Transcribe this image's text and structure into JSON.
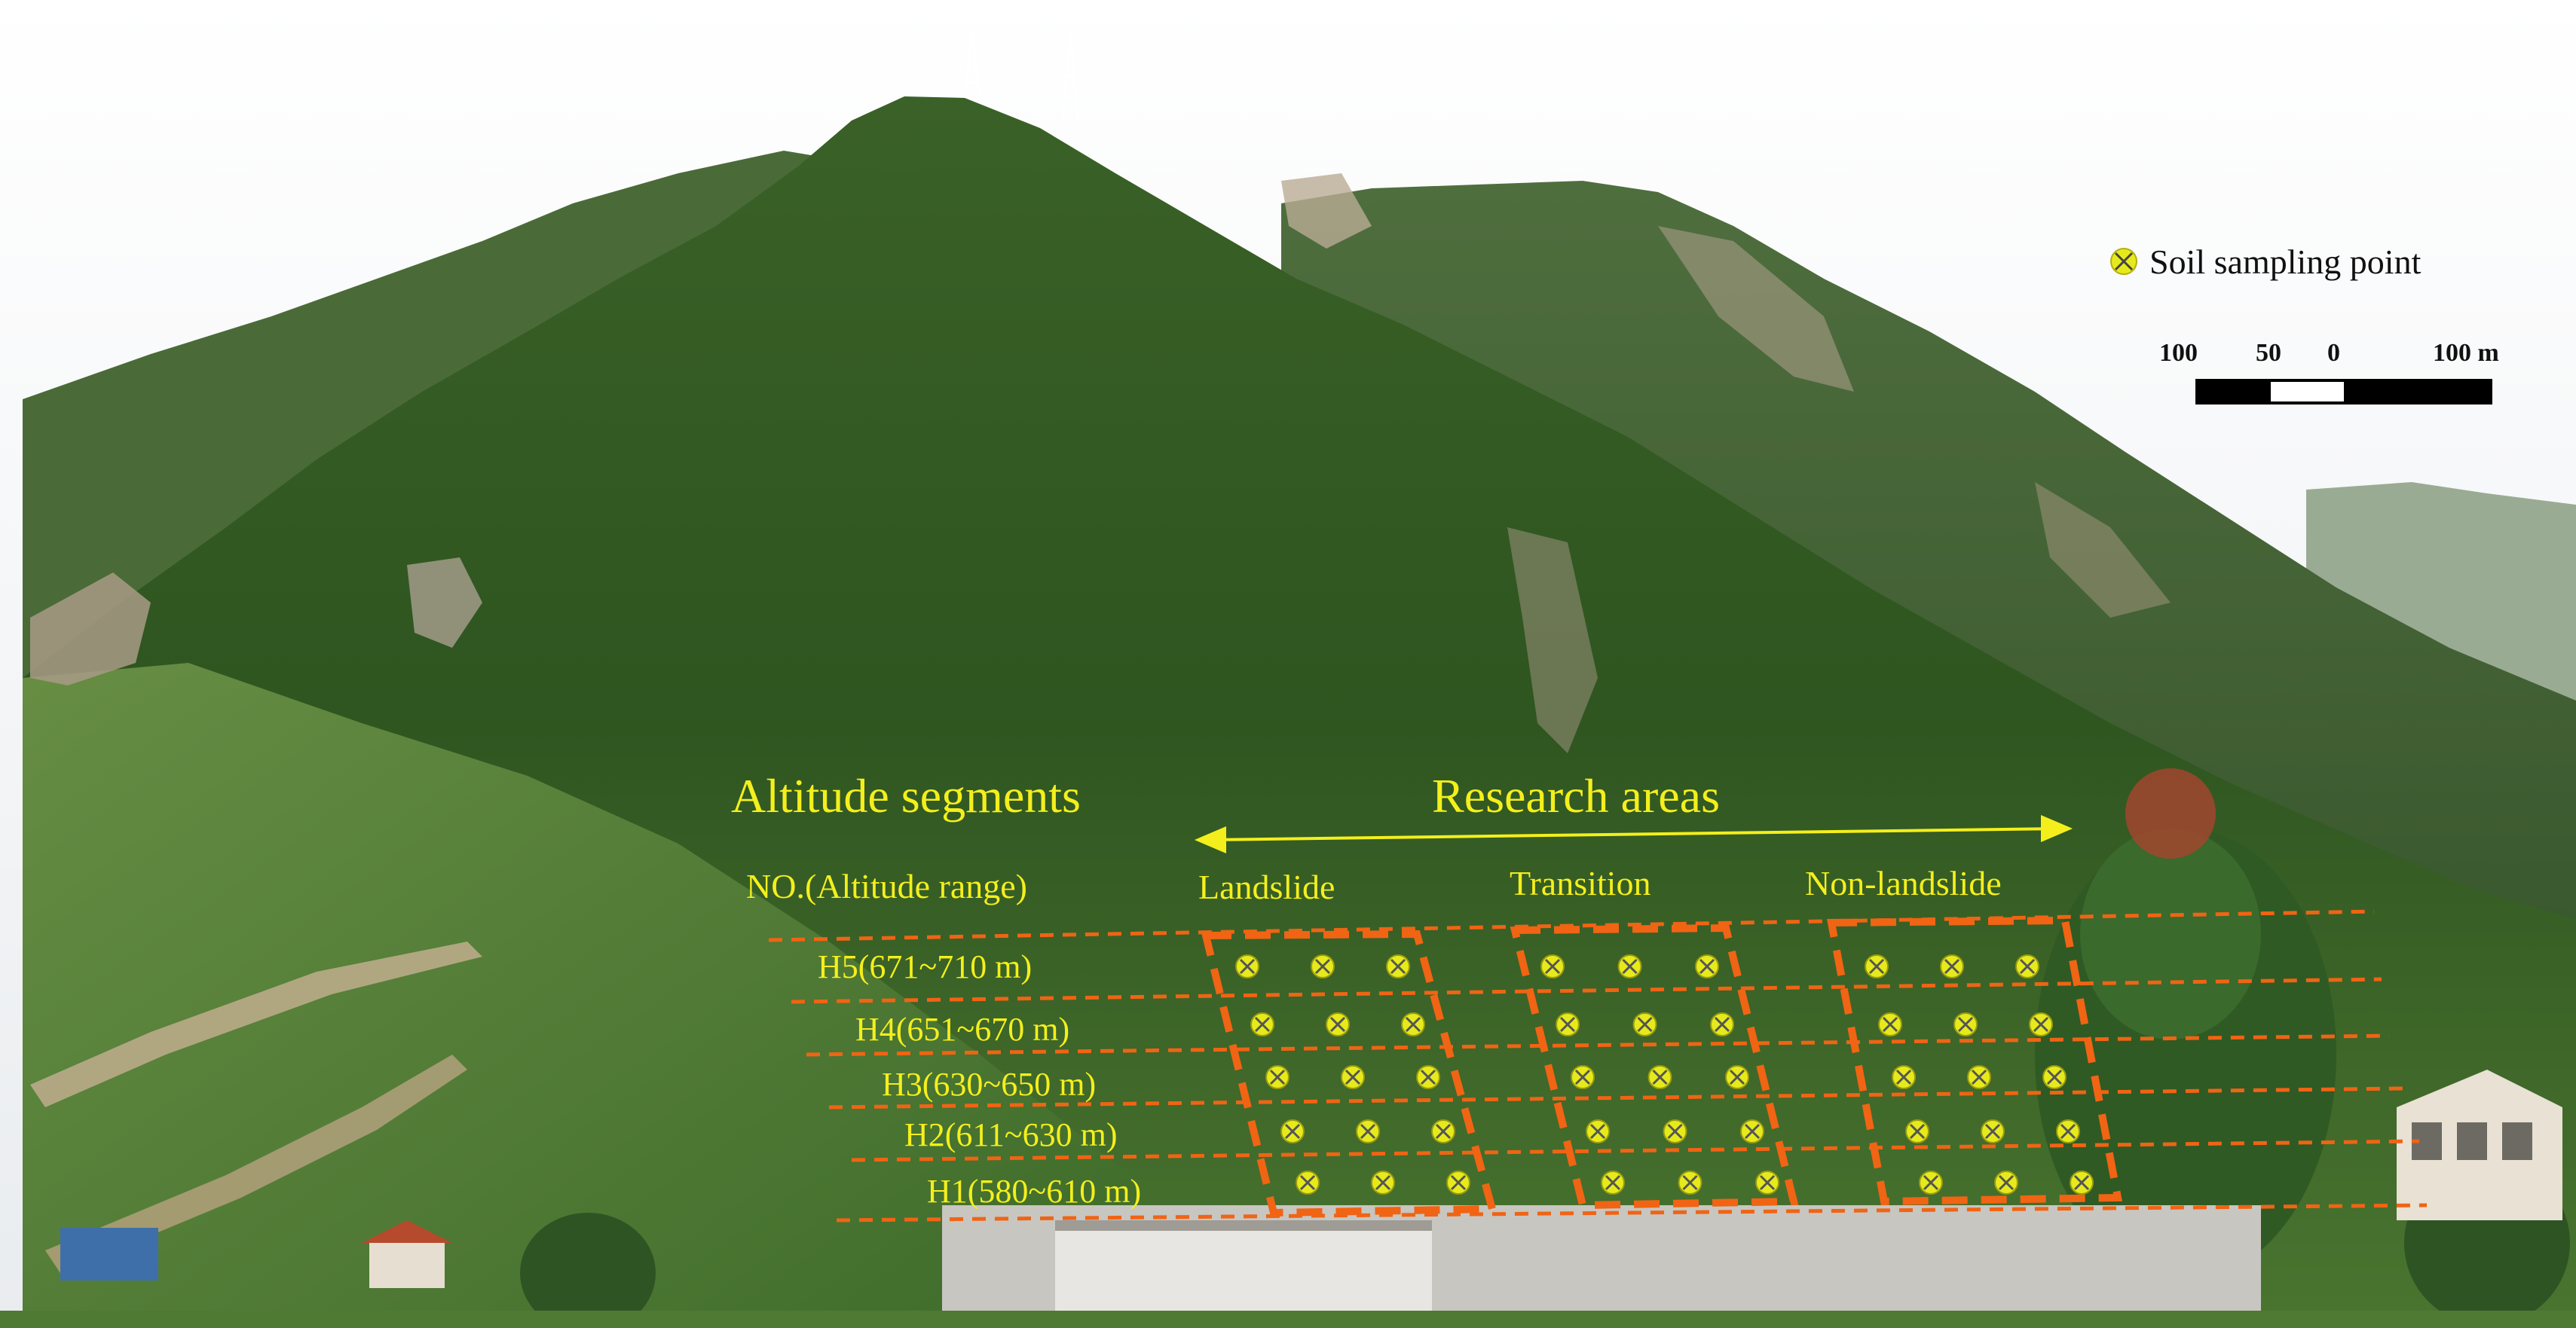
{
  "photo": {
    "headings": {
      "altitude": "Altitude segments",
      "research": "Research areas",
      "altitude_sub": "NO.(Altitude  range)"
    },
    "areas": [
      "Landslide",
      "Transition",
      "Non-landslide"
    ],
    "segments": [
      "H5(671~710 m)",
      "H4(651~670 m)",
      "H3(630~650 m)",
      "H2(611~630 m)",
      "H1(580~610 m)"
    ],
    "legend": {
      "label": "Soil sampling point",
      "marker_icon": "circled-x-icon",
      "marker_color": "#e6ea1a"
    },
    "scalebar": {
      "labels": [
        "100",
        "50",
        "0",
        "100 m"
      ]
    },
    "colors": {
      "annotation_text": "#f4ef1c",
      "grid_lines": "#f06414",
      "sky": "#f2f3f4",
      "vegetation": "#3f6a2a"
    }
  }
}
